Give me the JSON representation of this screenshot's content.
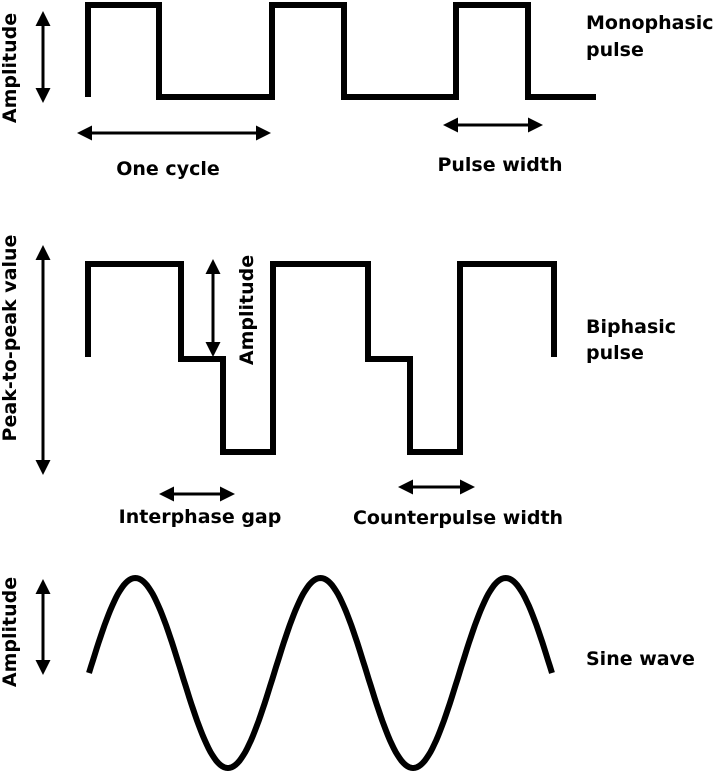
{
  "monophasic": {
    "title_line1": "Monophasic",
    "title_line2": "pulse",
    "amplitude_label": "Amplitude",
    "one_cycle_label": "One cycle",
    "pulse_width_label": "Pulse width"
  },
  "biphasic": {
    "title_line1": "Biphasic",
    "title_line2": "pulse",
    "peak_to_peak_label": "Peak-to-peak value",
    "amplitude_label": "Amplitude",
    "interphase_gap_label": "Interphase gap",
    "counterpulse_width_label": "Counterpulse width"
  },
  "sine": {
    "title": "Sine wave",
    "amplitude_label": "Amplitude"
  }
}
